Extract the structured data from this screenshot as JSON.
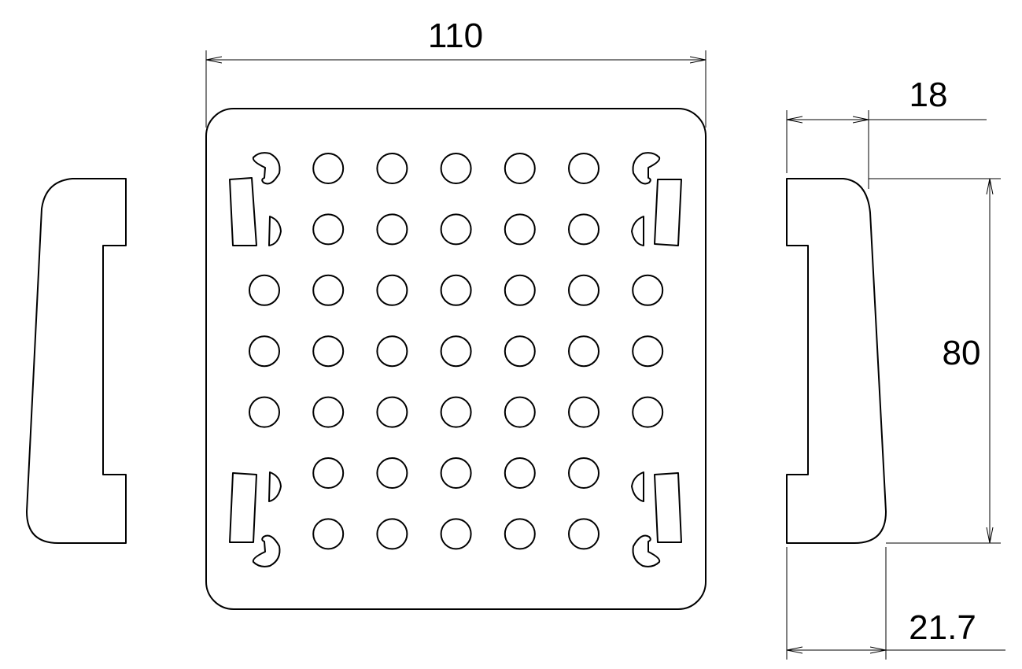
{
  "drawing": {
    "dimensions": {
      "overall_width": "110",
      "side_thickness_top": "18",
      "side_height": "80",
      "side_thickness_bottom": "21.7"
    },
    "hole_grid": {
      "rows": 7,
      "cols": 7
    },
    "line_color": "#000000",
    "background": "#ffffff"
  }
}
